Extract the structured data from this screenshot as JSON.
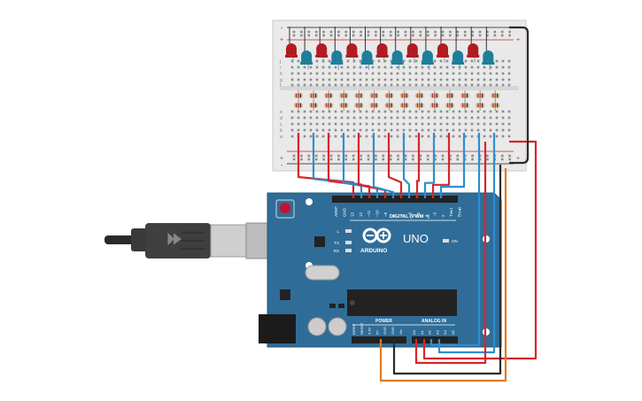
{
  "board": {
    "brand": "ARDUINO",
    "model": "UNO",
    "digital_label": "DIGITAL (PWM ~)",
    "power_label": "POWER",
    "analog_label": "ANALOG IN",
    "led_labels": [
      "L",
      "TX",
      "RX"
    ],
    "on_label": "ON",
    "digital_pins": [
      "AREF",
      "GND",
      "13",
      "12",
      "~11",
      "~10",
      "~9",
      "8",
      "7",
      "~6",
      "~5",
      "4",
      "~3",
      "2",
      "TX▸1",
      "RX◂0"
    ],
    "power_pins": [
      "IOREF",
      "RESET",
      "3.3V",
      "5V",
      "GND",
      "GND",
      "Vin"
    ],
    "analog_pins": [
      "A0",
      "A1",
      "A2",
      "A3",
      "A4",
      "A5"
    ]
  },
  "breadboard": {
    "row_letters_top": [
      "j",
      "i",
      "h",
      "g",
      "f"
    ],
    "row_letters_bottom": [
      "e",
      "d",
      "c",
      "b",
      "a"
    ],
    "rail_plus": "+",
    "rail_minus": "-",
    "led_count": 14,
    "led_colors": [
      "#b01c22",
      "#1e7f9c"
    ]
  },
  "colors": {
    "board_blue": "#2f6d98",
    "wire_red": "#d6262b",
    "wire_blue": "#2c8fd1",
    "wire_black": "#2b2b2b",
    "wire_orange": "#e07a22"
  }
}
